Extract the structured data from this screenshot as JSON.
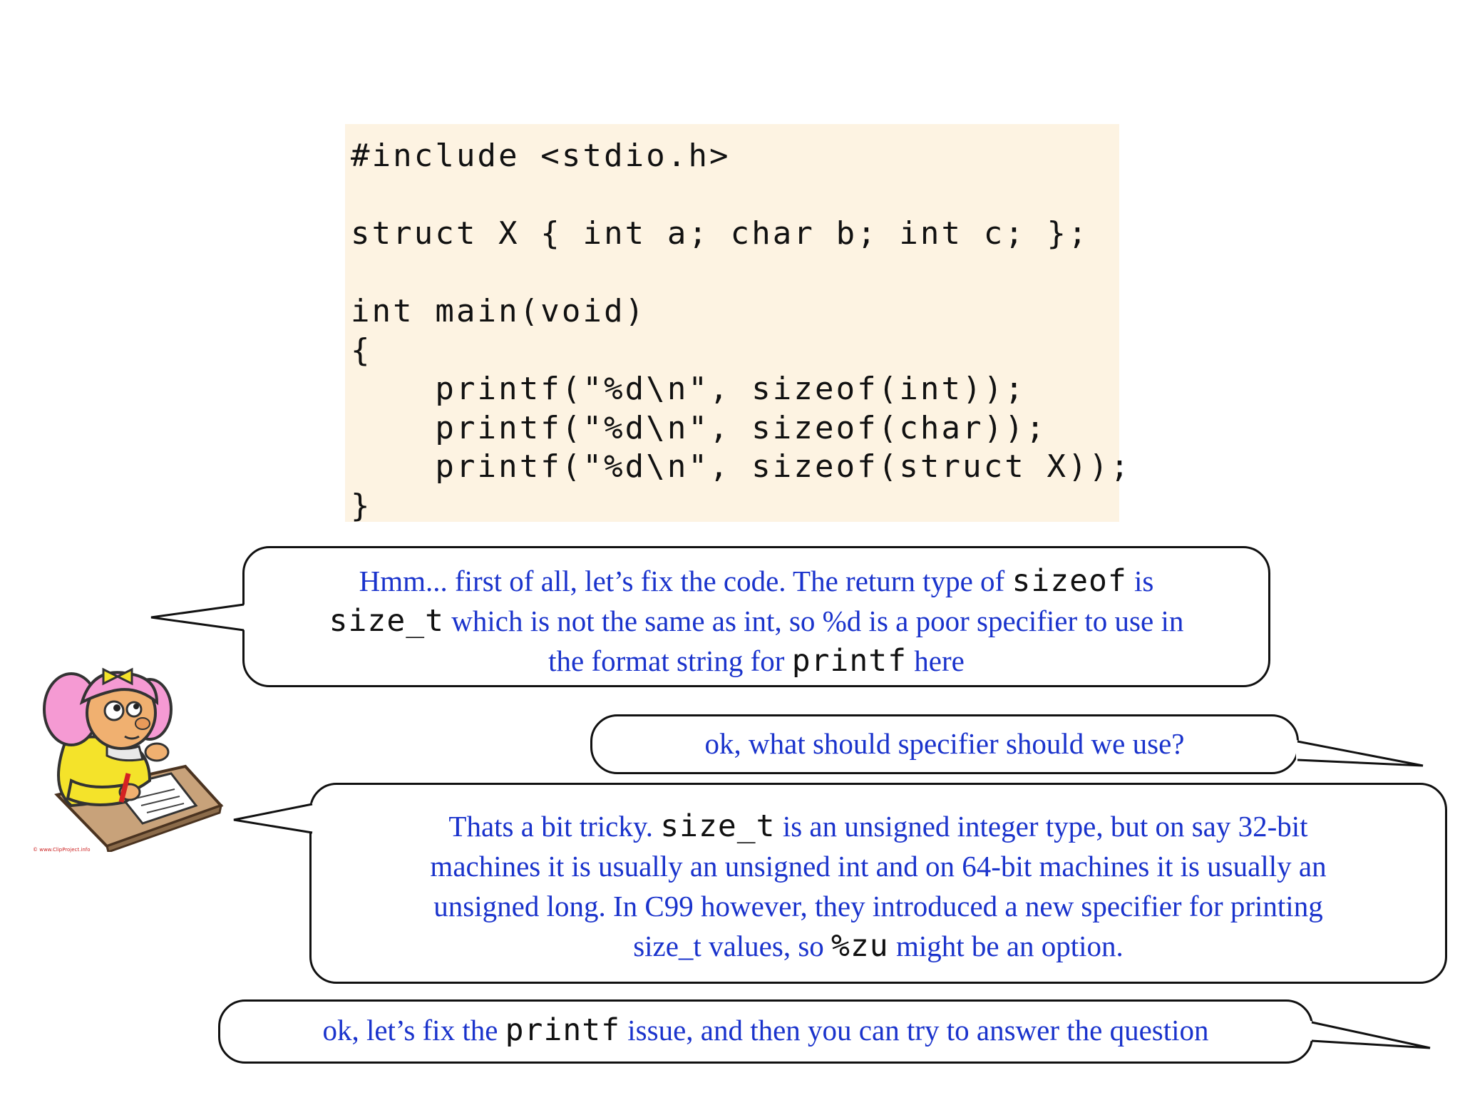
{
  "code": {
    "lines": [
      "#include <stdio.h>",
      "",
      "struct X { int a; char b; int c; };",
      "",
      "int main(void)",
      "{",
      "    printf(\"%d\\n\", sizeof(int));",
      "    printf(\"%d\\n\", sizeof(char));",
      "    printf(\"%d\\n\", sizeof(struct X));",
      "}"
    ]
  },
  "bubbles": {
    "b1": {
      "t1": "Hmm... first of all, let’s fix the code. The return type of ",
      "c1": "sizeof",
      "t2": " is",
      "c2": "size_t",
      "t3": " which is not the same as int, so %d is a poor specifier to use in",
      "t4": "the format string for ",
      "c3": "printf",
      "t5": " here"
    },
    "b2": {
      "t1": "ok, what should specifier should we use?"
    },
    "b3": {
      "t1": "Thats a bit tricky. ",
      "c1": "size_t",
      "t2": " is an unsigned integer type, but on say 32-bit",
      "t3": "machines it is usually an unsigned int and on 64-bit machines it is usually an",
      "t4": "unsigned long. In C99 however, they introduced a new specifier for printing",
      "t5": "size_t values, so ",
      "c2": "%zu",
      "t6": " might be an option."
    },
    "b4": {
      "t1": "ok, let’s fix the ",
      "c1": "printf",
      "t2": " issue, and then you can try to answer the question"
    }
  },
  "illustration": {
    "icon": "girl-writing-clipart-icon",
    "credit": "© www.ClipProject.info"
  },
  "colors": {
    "speech_text": "#1a33cc",
    "code_background": "#fdf3e2",
    "outline": "#111111"
  }
}
